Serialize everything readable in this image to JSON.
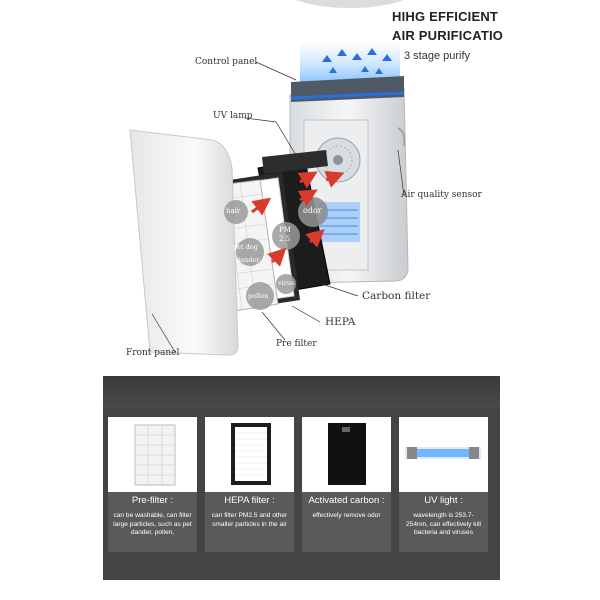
{
  "header": {
    "title_line1": "HIHG EFFICIENT",
    "title_line2": "AIR PURIFICATIO",
    "subtitle": "3 stage purify"
  },
  "callouts": {
    "control_panel": "Control panel",
    "uv_lamp": "UV lamp",
    "air_quality_sensor": "Air quality sensor",
    "carbon_filter": "Carbon filter",
    "hepa": "HEPA",
    "pre_filter": "Pre filter",
    "front_panel": "Front panel"
  },
  "pollutants": {
    "hair": "hair",
    "pm25_line1": "PM",
    "pm25_line2": "2.5",
    "pet_dog": "pet dog",
    "dander": "dander",
    "virus": "virus",
    "pollen": "pollen",
    "odor": "odor"
  },
  "cards": [
    {
      "title": "Pre-filter :",
      "desc": "can be washable, can filter large particles, such as pet dander, pollen,"
    },
    {
      "title": "HEPA filter :",
      "desc": "can filter PM2.5 and other smaller particles in the air"
    },
    {
      "title": "Activated carbon :",
      "desc": "effectively remove odor"
    },
    {
      "title": "UV light :",
      "desc": "wavelength is 253.7-254nm, can effectively kill bacteria and viruses"
    }
  ],
  "colors": {
    "accent_blue": "#2a6fe0",
    "arrow_red": "#d93a2e",
    "banner_gray": "#444444",
    "caption_gray": "#5a5a5a"
  }
}
